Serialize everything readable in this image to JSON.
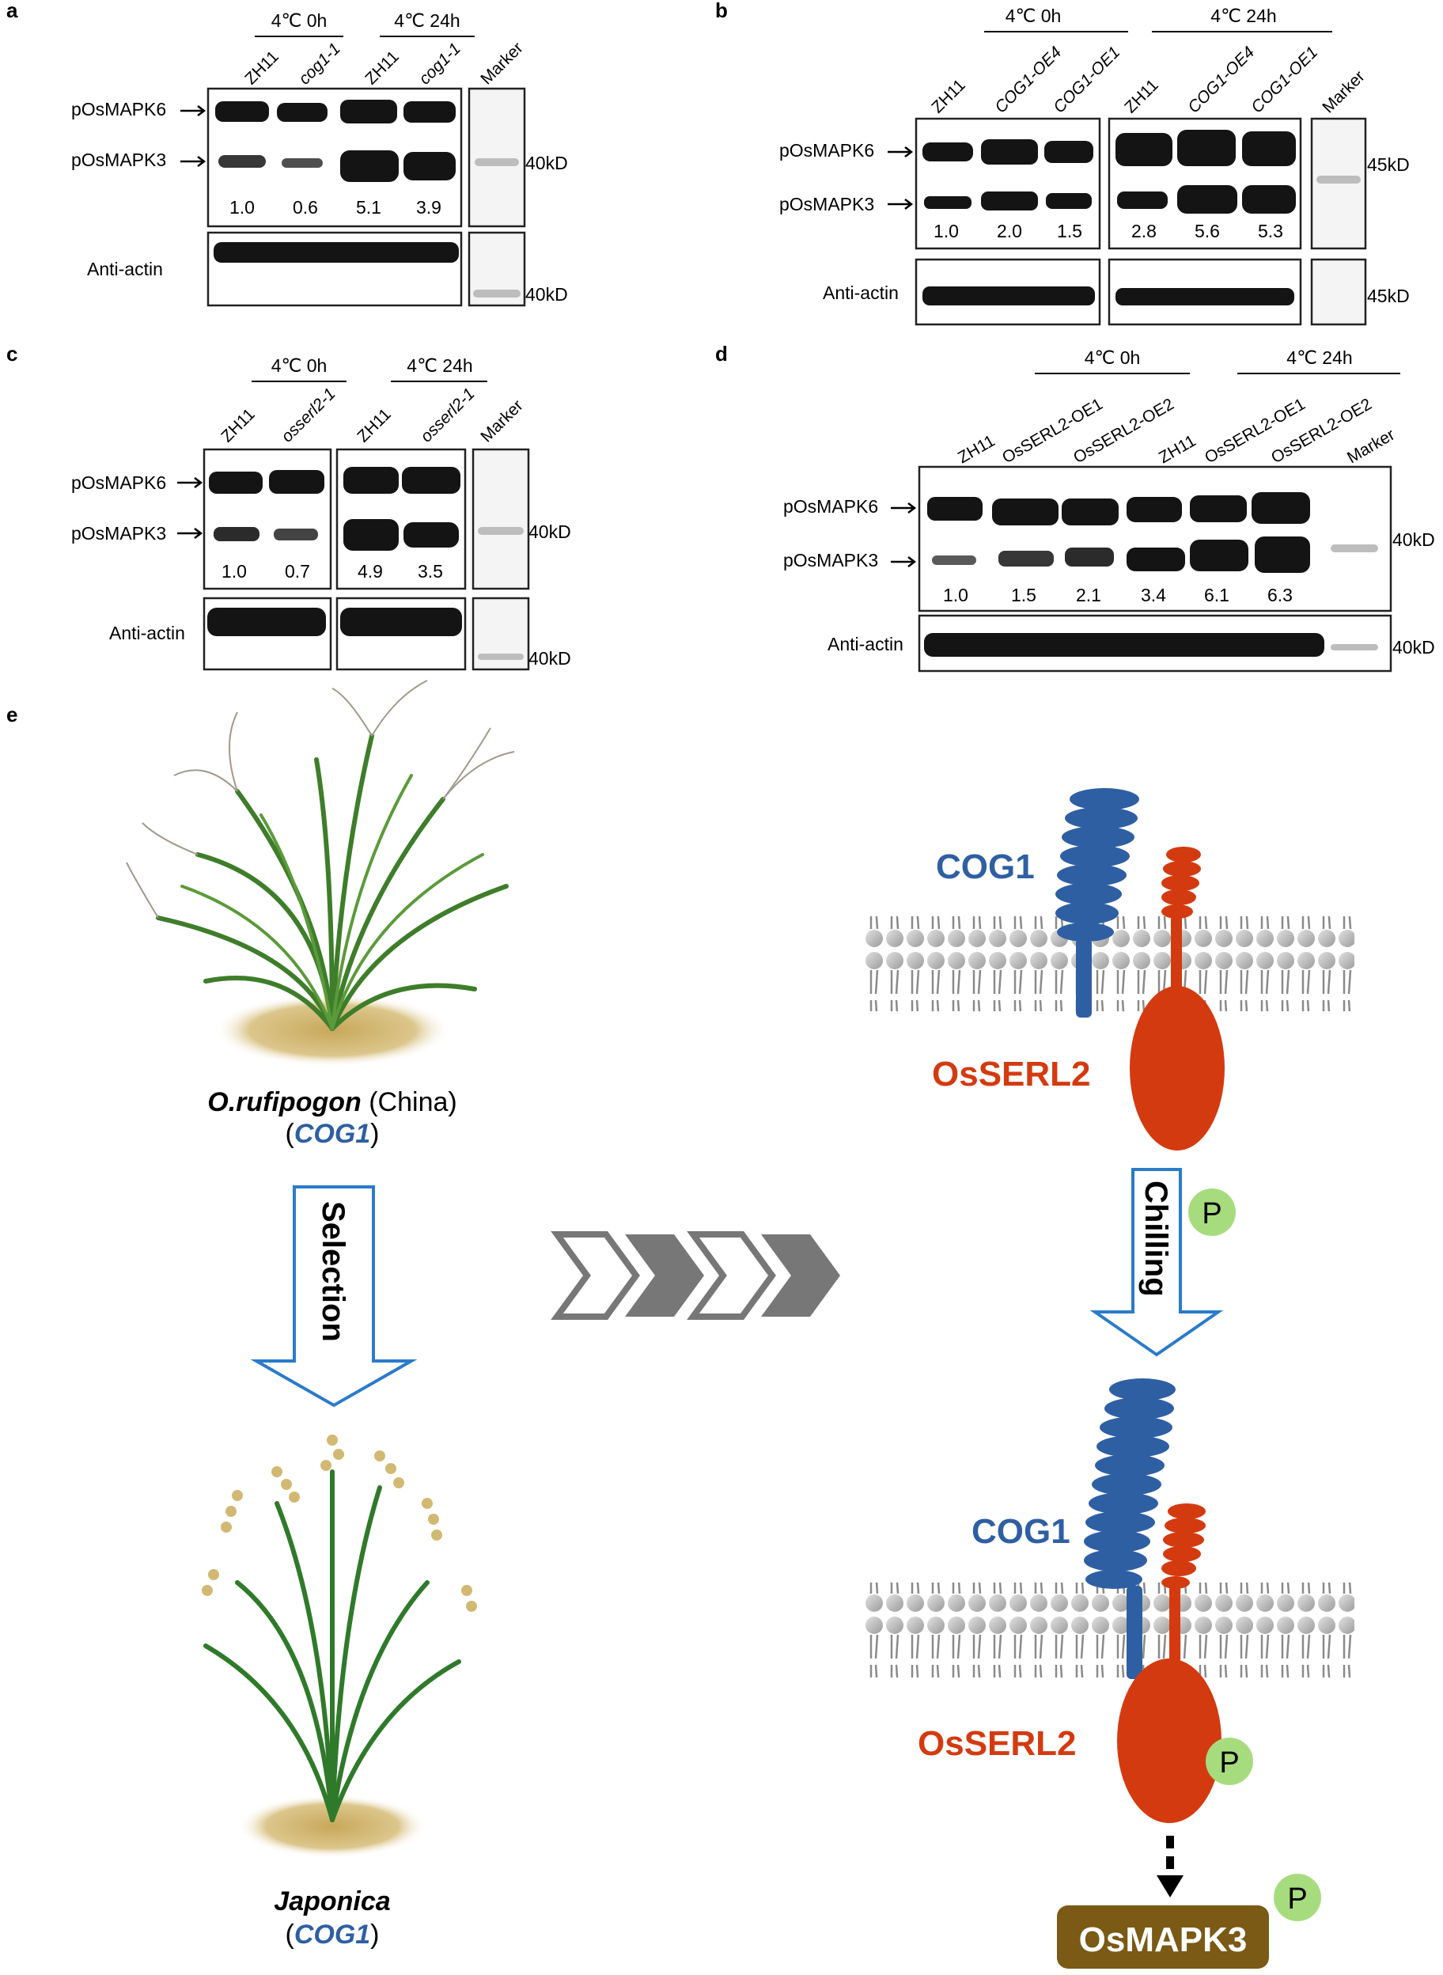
{
  "panels": {
    "a": {
      "letter": "a",
      "conditions": [
        "4℃ 0h",
        "4℃ 24h"
      ],
      "lanes": [
        "ZH11",
        "cog1-1",
        "ZH11",
        "cog1-1"
      ],
      "marker": "Marker",
      "bands": [
        "pOsMAPK6",
        "pOsMAPK3"
      ],
      "values": [
        "1.0",
        "0.6",
        "5.1",
        "3.9"
      ],
      "loading": "Anti-actin",
      "mw_top": "40kD",
      "mw_bottom": "40kD"
    },
    "b": {
      "letter": "b",
      "conditions": [
        "4℃ 0h",
        "4℃ 24h"
      ],
      "lanes": [
        "ZH11",
        "COG1-OE4",
        "COG1-OE1",
        "ZH11",
        "COG1-OE4",
        "COG1-OE1"
      ],
      "marker": "Marker",
      "bands": [
        "pOsMAPK6",
        "pOsMAPK3"
      ],
      "values": [
        "1.0",
        "2.0",
        "1.5",
        "2.8",
        "5.6",
        "5.3"
      ],
      "loading": "Anti-actin",
      "mw_top": "45kD",
      "mw_bottom": "45kD"
    },
    "c": {
      "letter": "c",
      "conditions": [
        "4℃ 0h",
        "4℃ 24h"
      ],
      "lanes": [
        "ZH11",
        "osserl2-1",
        "ZH11",
        "osserl2-1"
      ],
      "marker": "Marker",
      "bands": [
        "pOsMAPK6",
        "pOsMAPK3"
      ],
      "values": [
        "1.0",
        "0.7",
        "4.9",
        "3.5"
      ],
      "loading": "Anti-actin",
      "mw_top": "40kD",
      "mw_bottom": "40kD"
    },
    "d": {
      "letter": "d",
      "conditions": [
        "4℃ 0h",
        "4℃ 24h"
      ],
      "lanes": [
        "ZH11",
        "OsSERL2-OE1",
        "OsSERL2-OE2",
        "ZH11",
        "OsSERL2-OE1",
        "OsSERL2-OE2"
      ],
      "marker": "Marker",
      "bands": [
        "pOsMAPK6",
        "pOsMAPK3"
      ],
      "values": [
        "1.0",
        "1.5",
        "2.1",
        "3.4",
        "6.1",
        "6.3"
      ],
      "loading": "Anti-actin",
      "mw_top": "40kD",
      "mw_bottom": "40kD"
    },
    "e": {
      "letter": "e",
      "wild_name": "O.rufipogon",
      "wild_origin": "(China)",
      "gene_top": "COG1",
      "selection": "Selection",
      "cultivated_name": "Japonica",
      "gene_bottom": "COG1",
      "cog1": "COG1",
      "osserl2": "OsSERL2",
      "chilling": "Chilling",
      "phospho": "P",
      "target": "OsMAPK3"
    }
  },
  "colors": {
    "cog1_blue": "#2f5fa3",
    "osserl2_red": "#d43a10",
    "phospho_green": "#a6dc7e",
    "osmapk3_brown": "#7a5a14",
    "arrow_blue": "#2b7bc9",
    "chevron_gray": "#777777",
    "lipid_gray": "#b3b3b3"
  }
}
